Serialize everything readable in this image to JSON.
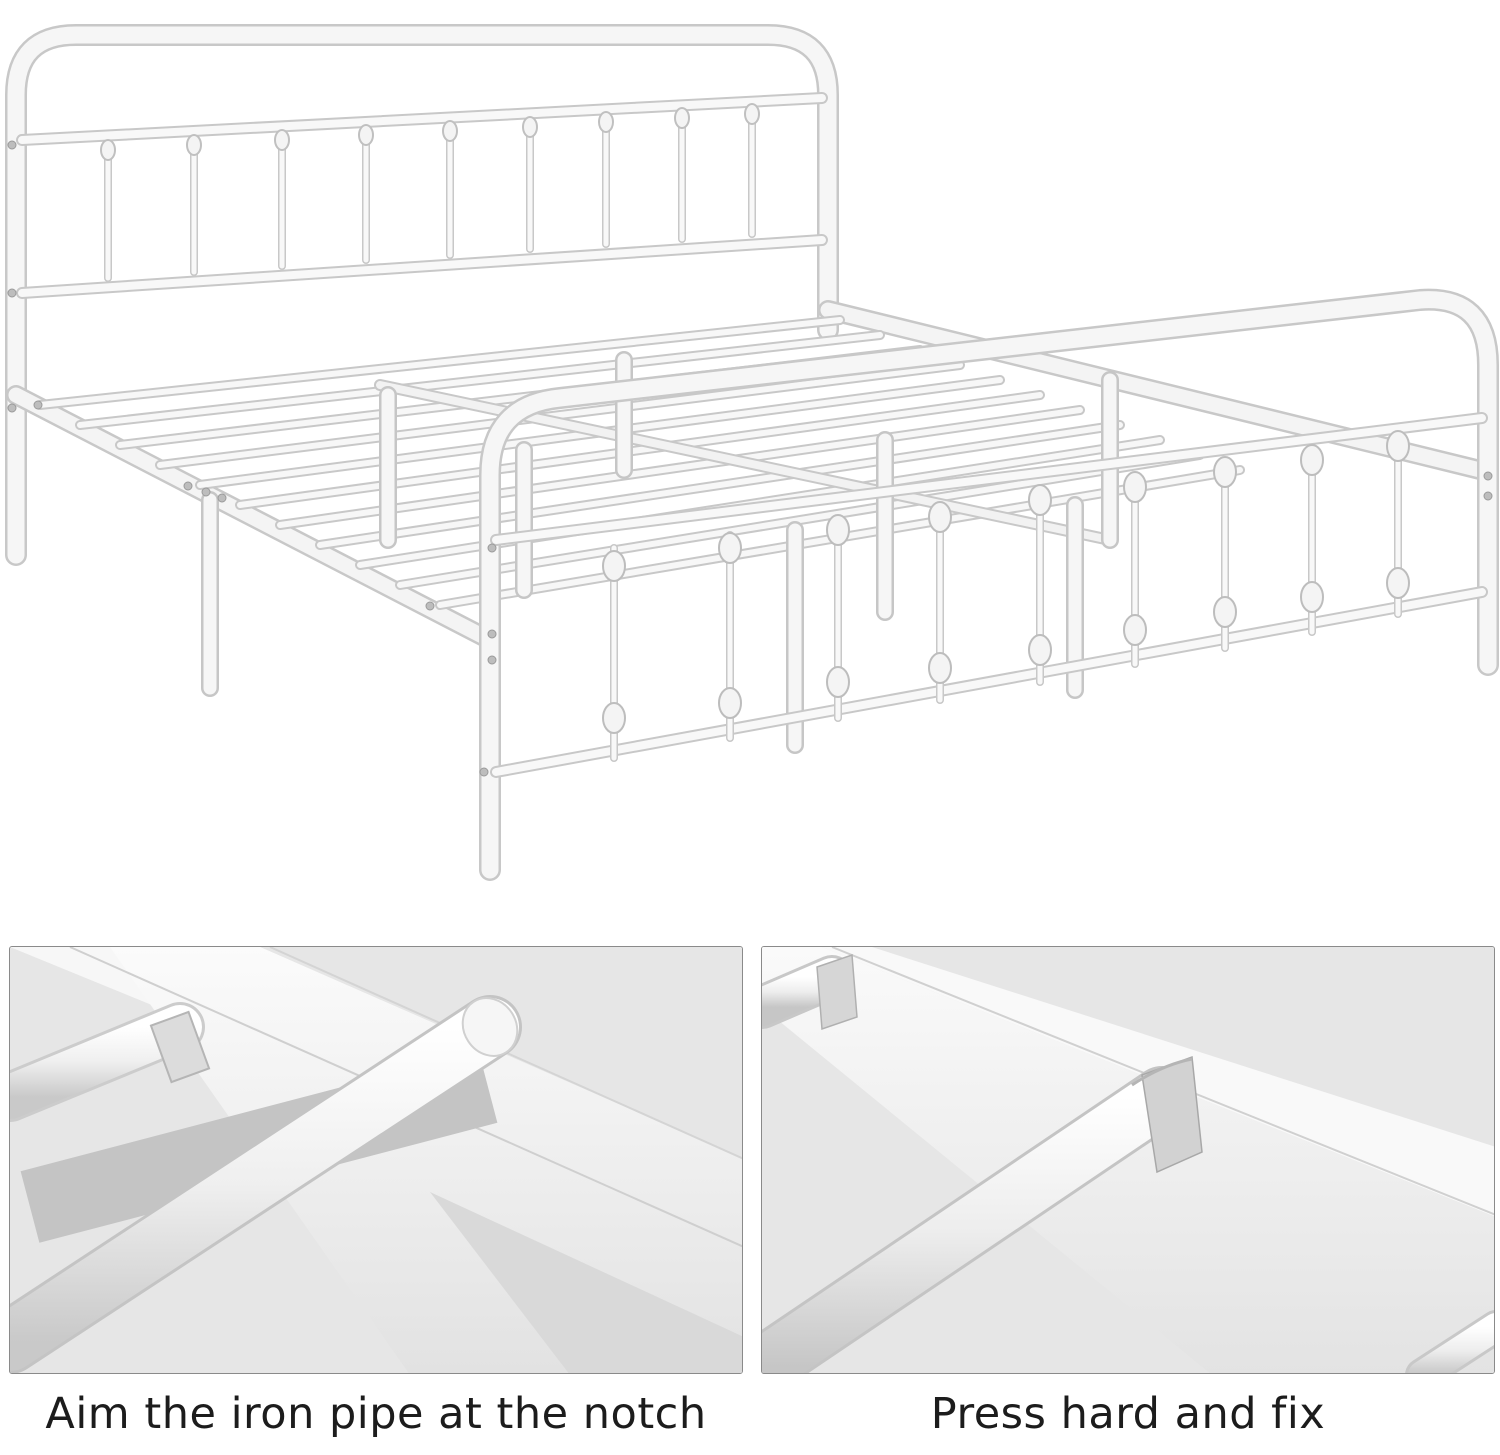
{
  "product": {
    "name": "white metal platform bed frame",
    "frame_color": "#f4f4f4",
    "outline_color": "#c9c9c9"
  },
  "steps": [
    {
      "caption": "Aim the iron pipe at the notch"
    },
    {
      "caption": "Press hard and fix"
    }
  ]
}
